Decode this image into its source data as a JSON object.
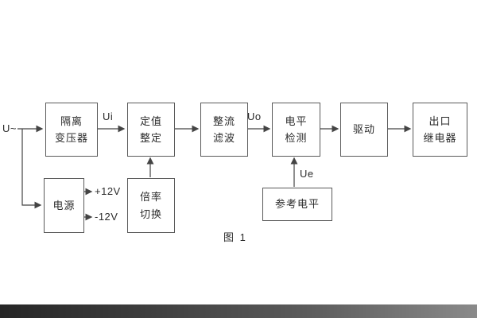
{
  "diagram": {
    "caption": "图 1",
    "input_label": "U~",
    "signals": {
      "ui": "Ui",
      "uo": "Uo",
      "ue": "Ue",
      "plus12": "+12V",
      "minus12": "-12V"
    },
    "blocks": {
      "transformer": {
        "line1": "隔离",
        "line2": "变压器"
      },
      "setting": {
        "line1": "定值",
        "line2": "整定"
      },
      "rectifier": {
        "line1": "整流",
        "line2": "滤波"
      },
      "level": {
        "line1": "电平",
        "line2": "检测"
      },
      "driver": {
        "line1": "驱动"
      },
      "relay": {
        "line1": "出口",
        "line2": "继电器"
      },
      "power": {
        "line1": "电源"
      },
      "ratio": {
        "line1": "倍率",
        "line2": "切换"
      },
      "reference": {
        "line1": "参考电平"
      }
    },
    "colors": {
      "ink": "#444444",
      "background": "#ffffff"
    }
  }
}
